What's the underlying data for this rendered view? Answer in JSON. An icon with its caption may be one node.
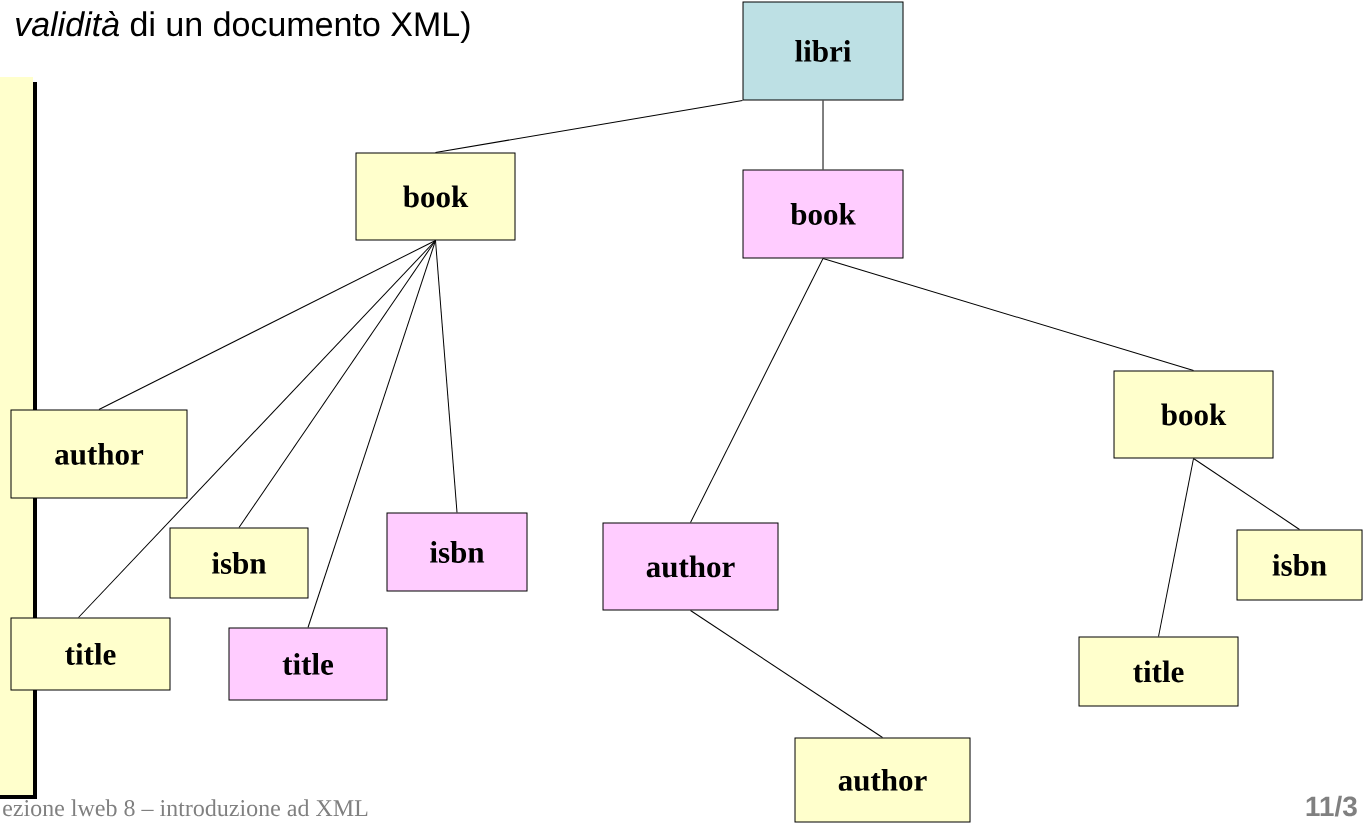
{
  "diagram": {
    "nodes": [
      {
        "text": [
          "libri"
        ]
      },
      {
        "text": [
          "book"
        ]
      },
      {
        "text": [
          "book"
        ]
      },
      {
        "text": [
          "author"
        ]
      },
      {
        "text": [
          "isbn"
        ]
      },
      {
        "text": [
          "title"
        ]
      },
      {
        "text": [
          "title"
        ]
      },
      {
        "text": [
          "isbn"
        ]
      },
      {
        "text": [
          "author"
        ]
      },
      {
        "text": [
          "book"
        ]
      },
      {
        "text": [
          "isbn"
        ]
      },
      {
        "text": [
          "title"
        ]
      },
      {
        "text": [
          "author"
        ]
      }
    ],
    "edges": [
      {
        "from": 0,
        "to": 1,
        "arrow": "none"
      },
      {
        "from": 0,
        "to": 2,
        "arrow": "none"
      },
      {
        "from": 1,
        "to": 3,
        "arrow": "none"
      },
      {
        "from": 1,
        "to": 4,
        "arrow": "none"
      },
      {
        "from": 1,
        "to": 5,
        "arrow": "none"
      },
      {
        "from": 1,
        "to": 6,
        "arrow": "none"
      },
      {
        "from": 1,
        "to": 7,
        "arrow": "none"
      },
      {
        "from": 2,
        "to": 8,
        "arrow": "none"
      },
      {
        "from": 2,
        "to": 9,
        "arrow": "none"
      },
      {
        "from": 8,
        "to": 12,
        "arrow": "none"
      },
      {
        "from": 9,
        "to": 11,
        "arrow": "none"
      },
      {
        "from": 9,
        "to": 10,
        "arrow": "none"
      }
    ],
    "labels": [
      "*validità* di un documento XML)",
      "ezione lweb 8 – introduzione ad XML",
      "11/3"
    ]
  }
}
